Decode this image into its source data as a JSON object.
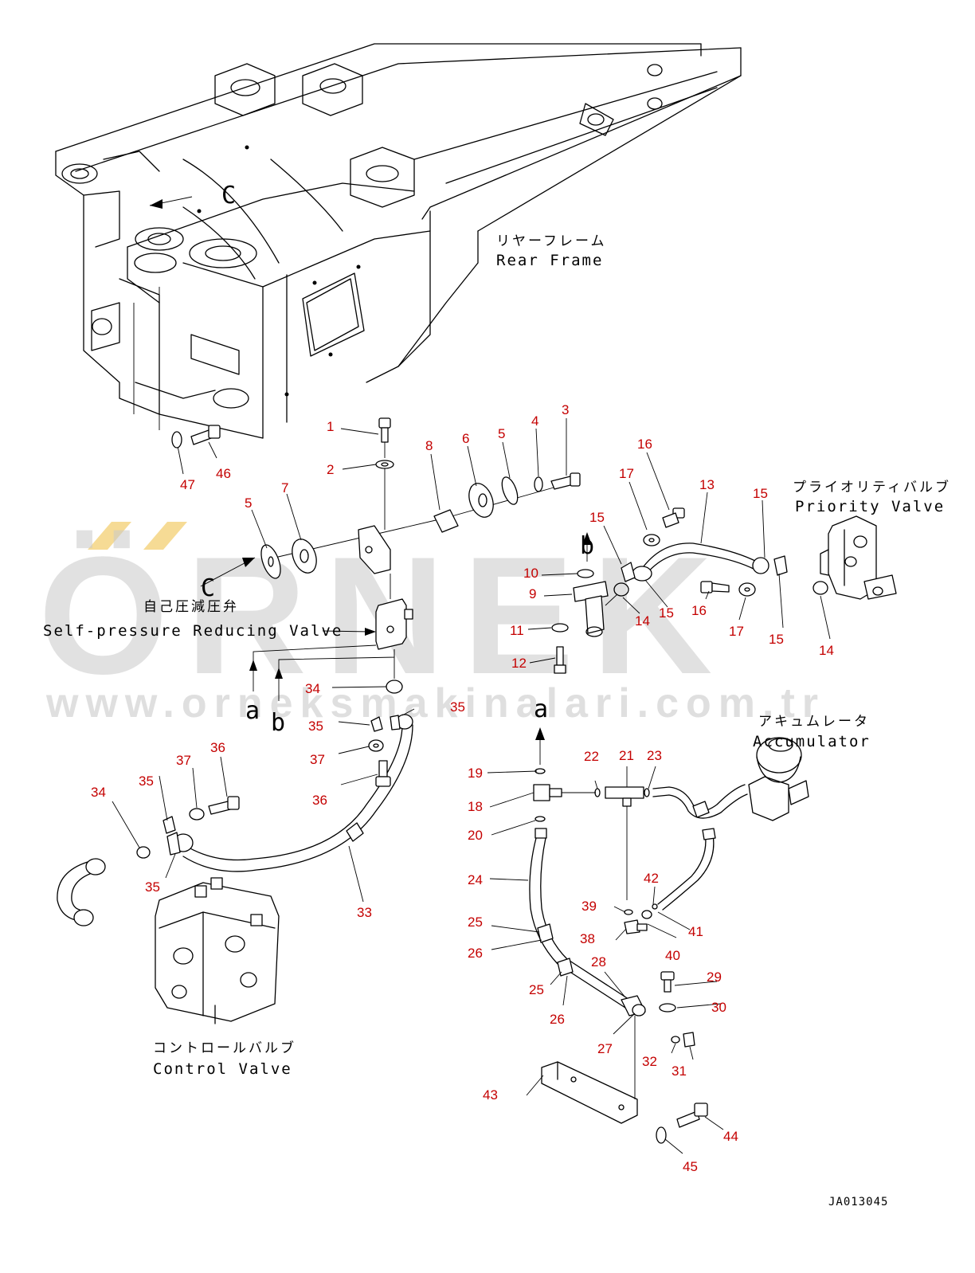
{
  "watermark": {
    "brand": "ÖRNEK",
    "url": "www.orneksmakinalari.com.tr"
  },
  "labels": {
    "rear_frame_jp": "リヤーフレーム",
    "rear_frame_en": "Rear Frame",
    "priority_valve_jp": "プライオリティバルブ",
    "priority_valve_en": "Priority Valve",
    "self_pressure_jp": "自己圧減圧弁",
    "self_pressure_en": "Self-pressure Reducing Valve",
    "accumulator_jp": "アキュムレータ",
    "accumulator_en": "Accumulator",
    "control_valve_jp": "コントロールバルブ",
    "control_valve_en": "Control Valve",
    "drawing_ref": "JA013045"
  },
  "arrow_letters": {
    "c_top": "C",
    "c_mid": "C",
    "a_bottom": "a",
    "b_bottom": "b",
    "b_up": "b",
    "a_up": "a"
  },
  "part_numbers": {
    "n1": "1",
    "n2": "2",
    "n3": "3",
    "n4": "4",
    "n5a": "5",
    "n5b": "5",
    "n6": "6",
    "n7": "7",
    "n8": "8",
    "n9": "9",
    "n10": "10",
    "n11": "11",
    "n12": "12",
    "n13": "13",
    "n14a": "14",
    "n14b": "14",
    "n15a": "15",
    "n15b": "15",
    "n15c": "15",
    "n15d": "15",
    "n16a": "16",
    "n16b": "16",
    "n17a": "17",
    "n17b": "17",
    "n18": "18",
    "n19": "19",
    "n20": "20",
    "n21": "21",
    "n22": "22",
    "n23": "23",
    "n24": "24",
    "n25a": "25",
    "n25b": "25",
    "n26a": "26",
    "n26b": "26",
    "n27": "27",
    "n28": "28",
    "n29": "29",
    "n30": "30",
    "n31": "31",
    "n32": "32",
    "n33": "33",
    "n34a": "34",
    "n34b": "34",
    "n35a": "35",
    "n35b": "35",
    "n35c": "35",
    "n35d": "35",
    "n36a": "36",
    "n36b": "36",
    "n37a": "37",
    "n37b": "37",
    "n38": "38",
    "n39": "39",
    "n40": "40",
    "n41": "41",
    "n42": "42",
    "n43": "43",
    "n44": "44",
    "n45": "45",
    "n46": "46",
    "n47": "47"
  },
  "colors": {
    "callout_red": "#c40000",
    "watermark_gray": "#c9c9c9",
    "watermark_accent": "#f4d27a"
  }
}
